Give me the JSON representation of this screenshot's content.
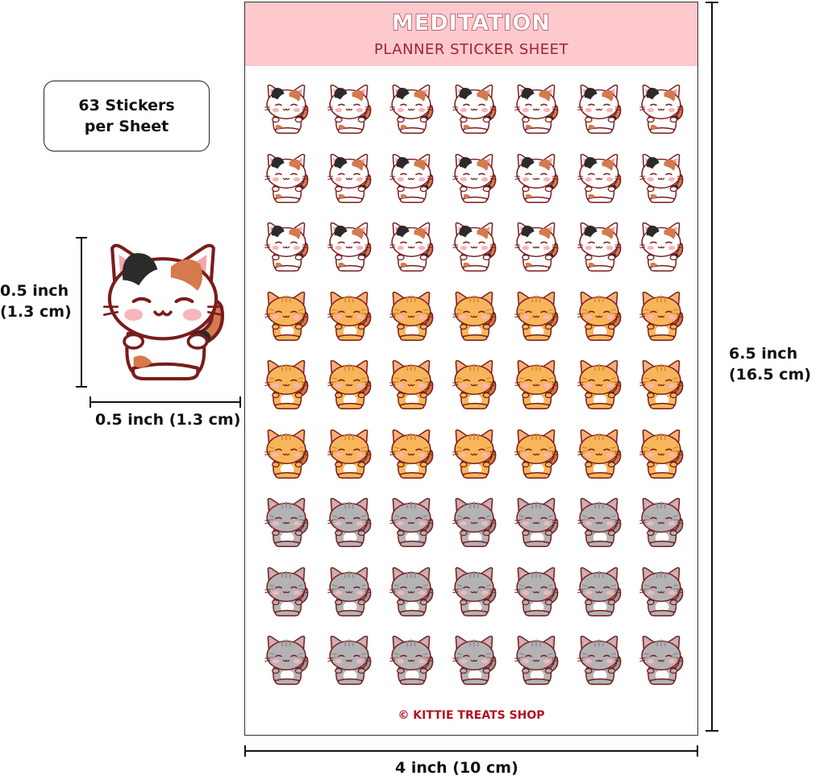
{
  "badge": {
    "text": "63 Stickers per Sheet"
  },
  "single_sticker": {
    "height_label": [
      "0.5 inch",
      "(1.3 cm)"
    ],
    "width_label": "0.5 inch (1.3 cm)",
    "variant": "calico"
  },
  "sheet": {
    "title": "MEDITATION",
    "subtitle": "PLANNER STICKER SHEET",
    "footer": "© KITTIE TREATS SHOP",
    "height_label": [
      "6.5 inch",
      "(16.5 cm)"
    ],
    "width_label": "4 inch (10 cm)",
    "columns": 7,
    "rows": [
      "calico",
      "calico",
      "calico",
      "orange",
      "orange",
      "orange",
      "gray",
      "gray",
      "gray"
    ]
  },
  "palettes": {
    "calico": {
      "body": "#ffffff",
      "patchA": "#2d2a2a",
      "patchB": "#d47a4c",
      "ear": "#f3a5ad",
      "tail": "#d47a4c",
      "stripes": false
    },
    "orange": {
      "body": "#f7b65a",
      "patchA": "#d98a3a",
      "patchB": "#d98a3a",
      "ear": "#f3a5ad",
      "tail": "#d17a3c",
      "stripes": true
    },
    "gray": {
      "body": "#b3b3b6",
      "patchA": "#8e8e92",
      "patchB": "#8e8e92",
      "ear": "#f3a5ad",
      "tail": "#9a9a9e",
      "stripes": true
    }
  },
  "colors": {
    "outline": "#7a1c1c",
    "belly": "#ffffff",
    "blush": "#f6b6bb",
    "header_bg": "#fdc9cc",
    "accent": "#9e2531"
  }
}
